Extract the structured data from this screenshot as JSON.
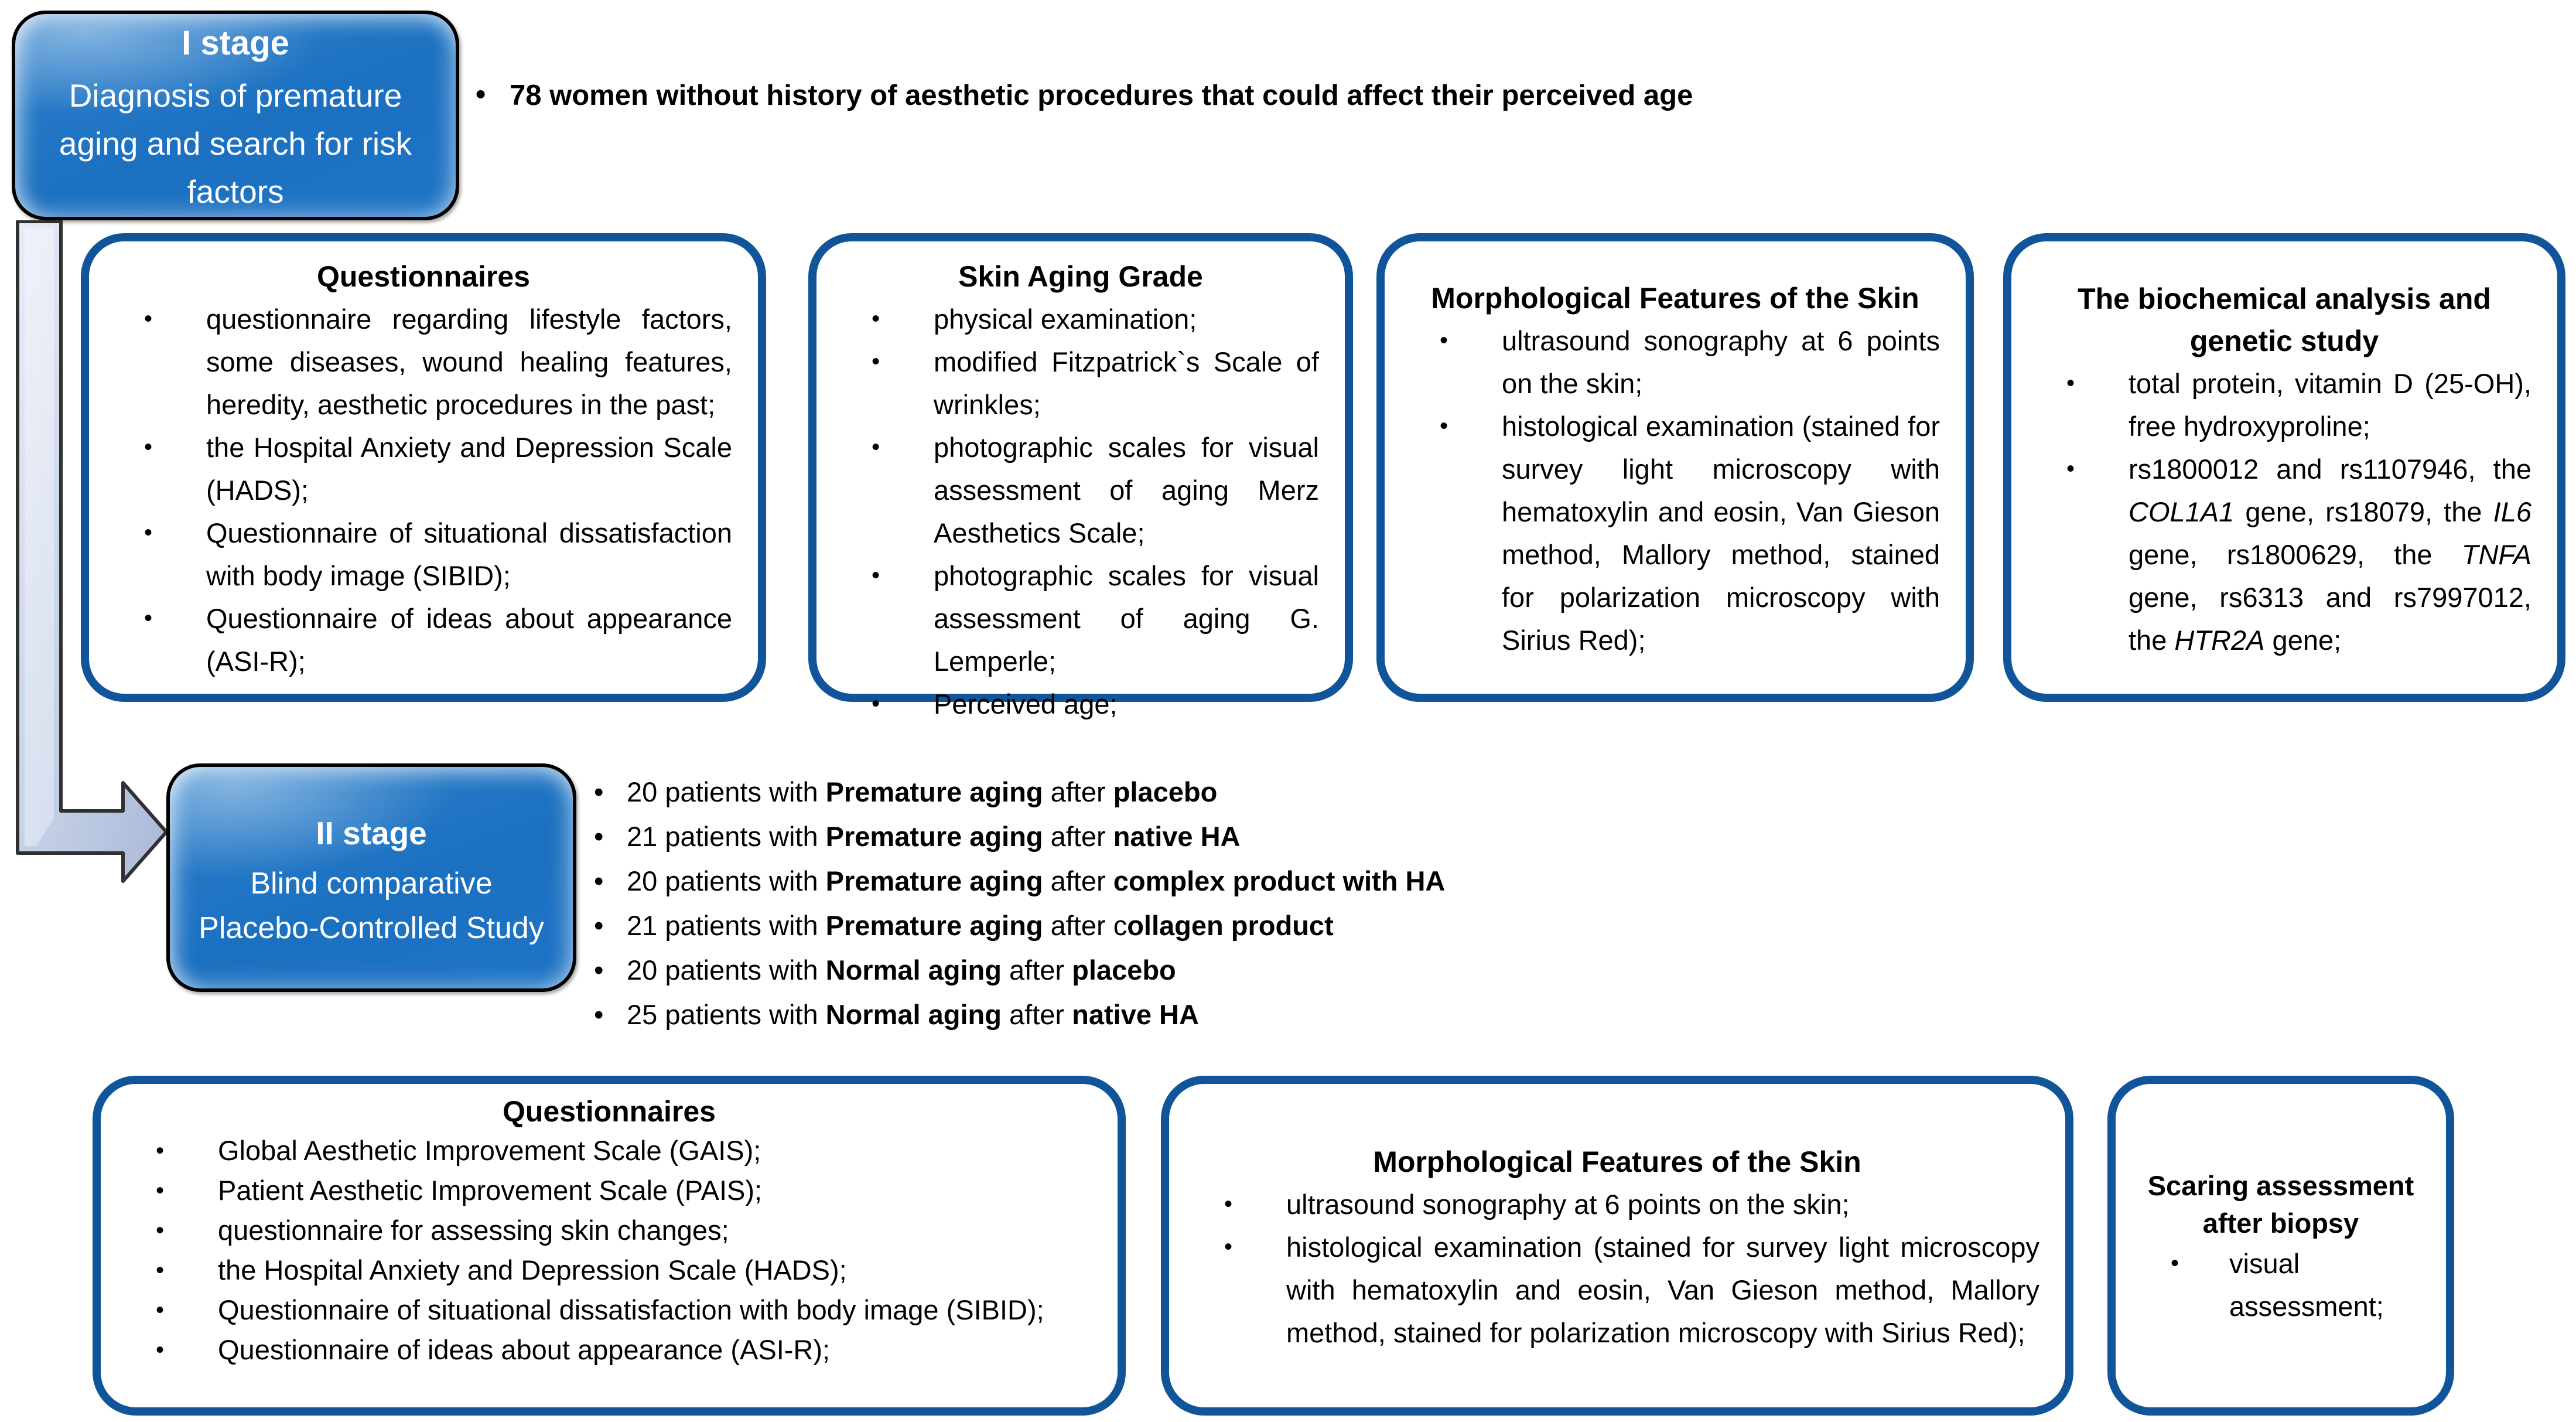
{
  "colors": {
    "stage_box_fill": "#1b72c4",
    "stage_box_border": "#000000",
    "stage_box_text": "#ffffff",
    "outline_box_border": "#10559a",
    "body_text": "#000000",
    "arrow_fill": "#c9d4e9",
    "arrow_stroke": "#303030"
  },
  "stage1": {
    "title": "I stage",
    "subtitle": "Diagnosis of premature aging and search for risk factors",
    "bullet": "78 women without history of aesthetic procedures that could affect their perceived age"
  },
  "top_boxes": [
    {
      "title": "Questionnaires",
      "items": [
        "questionnaire regarding lifestyle factors, some diseases, wound healing features, heredity, aesthetic procedures in the past;",
        "the Hospital Anxiety and Depression Scale (HADS);",
        "Questionnaire of situational dissatisfaction with body image (SIBID);",
        "Questionnaire of ideas about appearance (ASI-R);"
      ]
    },
    {
      "title": "Skin Aging Grade",
      "items": [
        "physical examination;",
        "modified Fitzpatrick`s Scale of wrinkles;",
        "photographic scales for visual assessment of aging Merz Aesthetics Scale;",
        "photographic scales for visual assessment of aging G. Lemperle;",
        "Perceived age;"
      ]
    },
    {
      "title": "Morphological Features of the Skin",
      "items": [
        "ultrasound sonography at 6 points on the skin;",
        "histological examination (stained for survey light microscopy with hematoxylin and eosin, Van Gieson method, Mallory method, stained for polarization microscopy with Sirius Red);"
      ]
    },
    {
      "title": "The biochemical analysis and genetic study",
      "items_rich": [
        [
          {
            "t": "total protein, vitamin D (25-OH), free hydroxyproline;"
          }
        ],
        [
          {
            "t": "rs1800012 and rs1107946, the "
          },
          {
            "t": "COL1A1",
            "i": 1
          },
          {
            "t": " gene, rs18079, the "
          },
          {
            "t": "IL6",
            "i": 1
          },
          {
            "t": " gene, rs1800629, the "
          },
          {
            "t": "TNFA",
            "i": 1
          },
          {
            "t": " gene, rs6313 and rs7997012, the "
          },
          {
            "t": "HTR2A",
            "i": 1
          },
          {
            "t": " gene;"
          }
        ]
      ]
    }
  ],
  "stage2": {
    "title": "II stage",
    "subtitle": "Blind comparative Placebo-Controlled Study",
    "bullets_rich": [
      [
        {
          "t": "20 patients with "
        },
        {
          "t": "Premature aging",
          "b": 1
        },
        {
          "t": " after "
        },
        {
          "t": "placebo",
          "b": 1
        }
      ],
      [
        {
          "t": "21 patients with "
        },
        {
          "t": "Premature aging",
          "b": 1
        },
        {
          "t": " after "
        },
        {
          "t": "native HA",
          "b": 1
        }
      ],
      [
        {
          "t": "20 patients with "
        },
        {
          "t": "Premature aging",
          "b": 1
        },
        {
          "t": " after "
        },
        {
          "t": "complex product with HA",
          "b": 1
        }
      ],
      [
        {
          "t": "21 patients with "
        },
        {
          "t": "Premature aging",
          "b": 1
        },
        {
          "t": " after c"
        },
        {
          "t": "ollagen product",
          "b": 1
        }
      ],
      [
        {
          "t": "20 patients with "
        },
        {
          "t": "Normal aging",
          "b": 1
        },
        {
          "t": " after "
        },
        {
          "t": "placebo",
          "b": 1
        }
      ],
      [
        {
          "t": "25 patients with "
        },
        {
          "t": "Normal aging",
          "b": 1
        },
        {
          "t": " after "
        },
        {
          "t": "native HA",
          "b": 1
        }
      ]
    ]
  },
  "bottom_boxes": [
    {
      "title": "Questionnaires",
      "items": [
        "Global Aesthetic Improvement Scale (GAIS);",
        "Patient Aesthetic Improvement Scale (PAIS);",
        "questionnaire for assessing skin changes;",
        "the Hospital Anxiety and Depression Scale (HADS);",
        "Questionnaire of situational dissatisfaction with body image (SIBID);",
        "Questionnaire of ideas about appearance (ASI-R);"
      ]
    },
    {
      "title": "Morphological Features of the Skin",
      "items": [
        "ultrasound sonography at 6 points on the skin;",
        "histological examination (stained for survey light microscopy with hematoxylin and eosin, Van Gieson method, Mallory method, stained for polarization microscopy with Sirius Red);"
      ]
    },
    {
      "title": "Scaring assessment after biopsy",
      "items": [
        "visual assessment;"
      ]
    }
  ]
}
